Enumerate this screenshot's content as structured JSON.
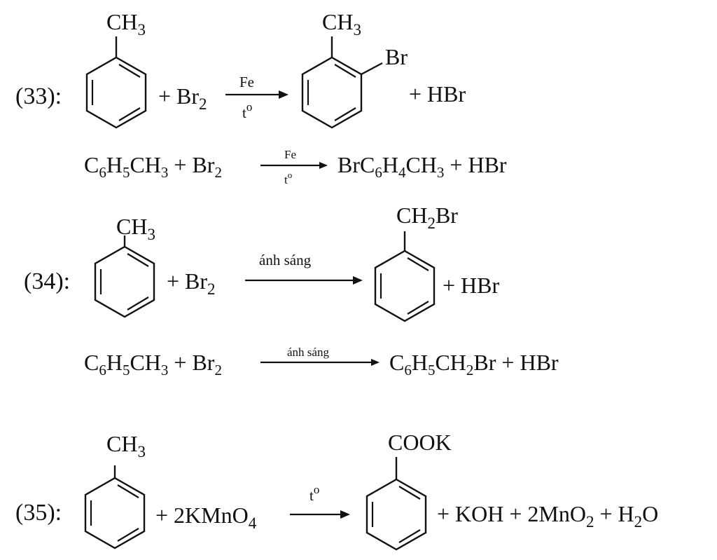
{
  "reactions": [
    {
      "label": "(33):",
      "substituent": "CH",
      "substituent_sub": "3",
      "product_substituent": "CH",
      "product_substituent_sub": "3",
      "product_ortho": "Br",
      "reagent_main": "+ Br",
      "reagent_sub": "2",
      "arrow_top": "Fe",
      "arrow_bottom": "t",
      "arrow_bottom_sup": "o",
      "byproduct": "+ HBr",
      "linear": {
        "left_parts": [
          "C",
          "6",
          "H",
          "5",
          "CH",
          "3",
          " + Br",
          "2"
        ],
        "arrow_top": "Fe",
        "arrow_bottom": "t",
        "arrow_bottom_sup": "o",
        "right_parts": [
          "BrC",
          "6",
          "H",
          "4",
          "CH",
          "3",
          " + HBr"
        ]
      }
    },
    {
      "label": "(34):",
      "substituent": "CH",
      "substituent_sub": "3",
      "product_substituent": "CH",
      "product_substituent_sub": "2",
      "product_substituent_tail": "Br",
      "reagent_main": "+ Br",
      "reagent_sub": "2",
      "arrow_top": "ánh sáng",
      "byproduct": "+ HBr",
      "linear": {
        "left_parts": [
          "C",
          "6",
          "H",
          "5",
          "CH",
          "3",
          " + Br",
          "2"
        ],
        "arrow_top": "ánh sáng",
        "right_parts": [
          "C",
          "6",
          "H",
          "5",
          "CH",
          "2",
          "Br + HBr"
        ]
      }
    },
    {
      "label": "(35):",
      "substituent": "CH",
      "substituent_sub": "3",
      "product_substituent": "COOK",
      "reagent_main": "+ 2KMnO",
      "reagent_sub": "4",
      "arrow_top": "t",
      "arrow_top_sup": "o",
      "byproduct_parts": [
        "+ KOH + 2MnO",
        "2",
        " + H",
        "2",
        "O"
      ]
    }
  ]
}
